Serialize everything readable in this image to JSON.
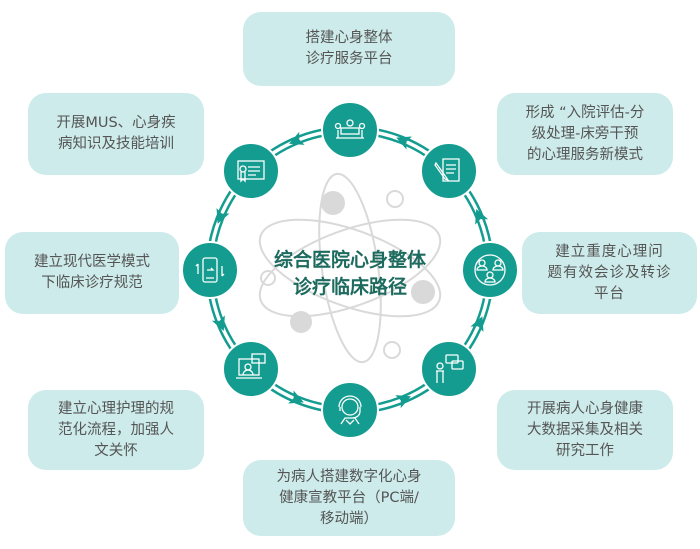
{
  "center_title": [
    "综合医院心身整体",
    "诊疗临床路径"
  ],
  "colors": {
    "teal": "#139c8f",
    "box_bg": "#cdebea",
    "title": "#1d6b5e",
    "atom": "#d9d9d9"
  },
  "nodes": [
    {
      "icon": "meeting-icon",
      "lines": [
        "搭建心身整体",
        "诊疗服务平台"
      ]
    },
    {
      "icon": "document-pen-icon",
      "lines": [
        "形成 “入院评估-分",
        "级处理-床旁干预",
        "的心理服务新模式"
      ]
    },
    {
      "icon": "team-network-icon",
      "lines": [
        "建立重度心理问",
        "题有效会诊及转诊",
        "平台"
      ]
    },
    {
      "icon": "consultation-chat-icon",
      "lines": [
        "开展病人心身健康",
        "大数据采集及相关",
        "研究工作"
      ]
    },
    {
      "icon": "headset-agent-icon",
      "lines": [
        "为病人搭建数字化心身",
        "健康宣教平台（PC端/",
        "移动端）"
      ]
    },
    {
      "icon": "video-call-icon",
      "lines": [
        "建立心理护理的规",
        "范化流程，加强人",
        "文关怀"
      ]
    },
    {
      "icon": "mobile-sync-icon",
      "lines": [
        "建立现代医学模式",
        "下临床诊疗规范"
      ]
    },
    {
      "icon": "certificate-icon",
      "lines": [
        "开展MUS、心身疾",
        "病知识及技能培训"
      ]
    }
  ]
}
